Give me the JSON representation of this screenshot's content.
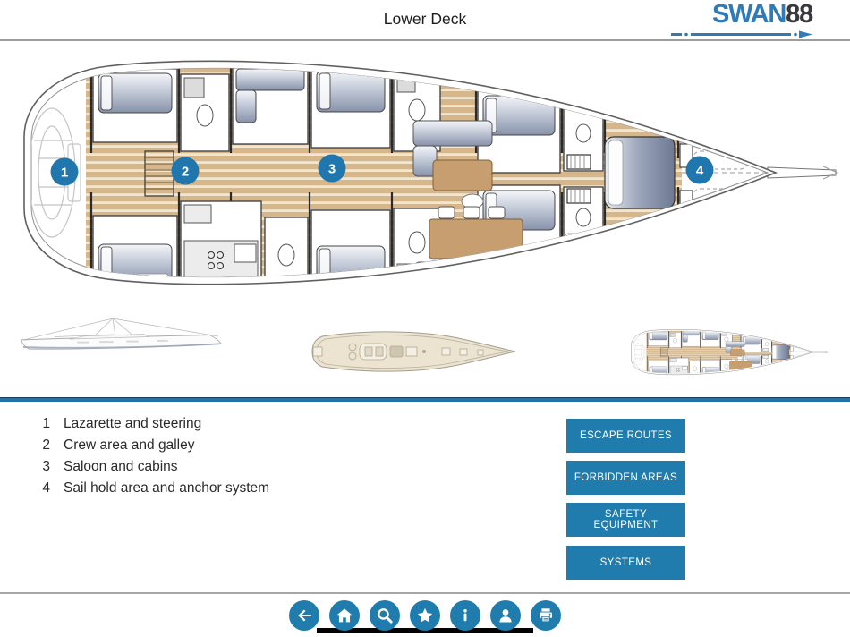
{
  "header": {
    "title": "Lower Deck",
    "logo": {
      "brand": "SWAN",
      "number": "88"
    }
  },
  "plan": {
    "markers": [
      {
        "num": "1"
      },
      {
        "num": "2"
      },
      {
        "num": "3"
      },
      {
        "num": "4"
      }
    ]
  },
  "legend": {
    "items": [
      {
        "num": "1",
        "label": "Lazarette and steering"
      },
      {
        "num": "2",
        "label": "Crew area and galley"
      },
      {
        "num": "3",
        "label": "Saloon and cabins"
      },
      {
        "num": "4",
        "label": "Sail hold area and anchor system"
      }
    ]
  },
  "buttons": [
    {
      "label": "ESCAPE ROUTES"
    },
    {
      "label": "FORBIDDEN AREAS"
    },
    {
      "label": "SAFETY EQUIPMENT"
    },
    {
      "label": "SYSTEMS"
    }
  ],
  "footer": {
    "icons": [
      {
        "name": "back-arrow-icon"
      },
      {
        "name": "home-icon"
      },
      {
        "name": "search-icon"
      },
      {
        "name": "star-icon"
      },
      {
        "name": "info-icon"
      },
      {
        "name": "user-icon"
      },
      {
        "name": "printer-icon"
      }
    ]
  },
  "colors": {
    "accent": "#1f7cad",
    "logo_blue": "#2e7bb8",
    "logo_dark": "#39393d",
    "divider_blue": "#2273a8"
  }
}
